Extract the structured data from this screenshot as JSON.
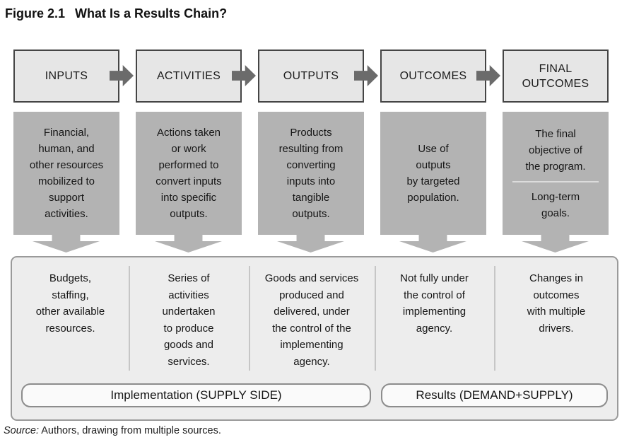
{
  "figure": {
    "label": "Figure 2.1",
    "title": "What Is a Results Chain?"
  },
  "stages": [
    {
      "id": "inputs",
      "label": "INPUTS",
      "description": "Financial,\nhuman, and\nother resources\nmobilized to\nsupport\nactivities.",
      "detail": "Budgets,\nstaffing,\nother available\nresources."
    },
    {
      "id": "activities",
      "label": "ACTIVITIES",
      "description": "Actions taken\nor work\nperformed to\nconvert inputs\ninto specific\noutputs.",
      "detail": "Series of\nactivities\nundertaken\nto produce\ngoods and\nservices."
    },
    {
      "id": "outputs",
      "label": "OUTPUTS",
      "description": "Products\nresulting from\nconverting\ninputs into\ntangible\noutputs.",
      "detail": "Goods and services\nproduced and\ndelivered, under\nthe control of the\nimplementing\nagency."
    },
    {
      "id": "outcomes",
      "label": "OUTCOMES",
      "description": "Use of\noutputs\nby targeted\npopulation.",
      "detail": "Not fully under\nthe control of\nimplementing\nagency."
    },
    {
      "id": "final-outcomes",
      "label": "FINAL\nOUTCOMES",
      "description": "The final\nobjective of\nthe program.",
      "description_secondary": "Long-term\ngoals.",
      "detail": "Changes in\noutcomes\nwith multiple\ndrivers."
    }
  ],
  "bands": {
    "implementation": "Implementation (SUPPLY SIDE)",
    "results": "Results (DEMAND+SUPPLY)"
  },
  "source": {
    "prefix": "Source:",
    "text": "Authors, drawing from multiple sources."
  },
  "colors": {
    "stage_box_fill": "#e6e6e6",
    "stage_box_border": "#454545",
    "flow_arrow": "#6b6b6b",
    "description_box_fill": "#b3b3b3",
    "down_arrow": "#b3b3b3",
    "panel_fill": "#ededed",
    "panel_border": "#9a9a9a",
    "band_fill": "#fafafa",
    "band_border": "#8c8c8c",
    "text": "#1a1a1a"
  }
}
